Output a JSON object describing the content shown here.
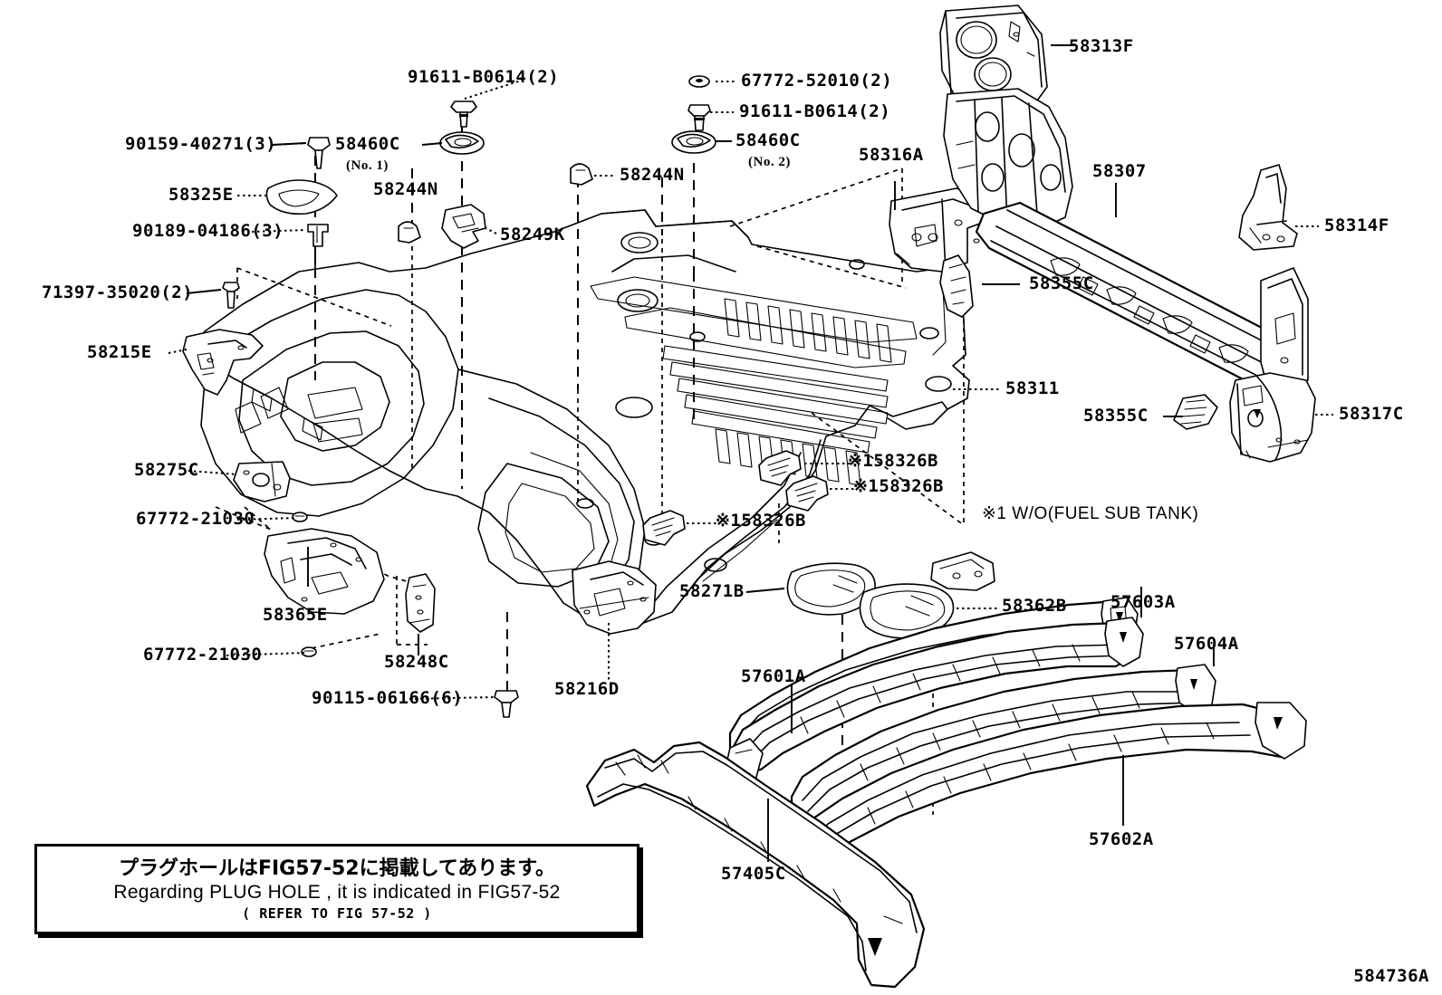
{
  "diagram": {
    "figure_code": "584736A",
    "title_note_jp": "プラグホールはFIG57-52に掲載してあります。",
    "title_note_en": "Regarding PLUG HOLE , it is indicated in FIG57-52",
    "title_note_ref": "( REFER TO FIG 57-52  )",
    "footnote_mark": "※1 W/O(FUEL SUB TANK)"
  },
  "callouts": {
    "c_91611_top": "91611-B0614(2)",
    "c_90159": "90159-40271(3)",
    "c_58460c_no1": "58460C",
    "c_58460c_no1_sub": "(No. 1)",
    "c_58325e": "58325E",
    "c_58244n_left": "58244N",
    "c_90189": "90189-04186(3)",
    "c_58249k": "58249K",
    "c_71397": "71397-35020(2)",
    "c_58215e": "58215E",
    "c_58275c": "58275C",
    "c_67772_21030_a": "67772-21030",
    "c_58365e": "58365E",
    "c_67772_21030_b": "67772-21030",
    "c_58248c": "58248C",
    "c_90115": "90115-06166(6)",
    "c_58216d": "58216D",
    "c_67772_52010": "67772-52010(2)",
    "c_91611_mid": "91611-B0614(2)",
    "c_58460c_no2": "58460C",
    "c_58460c_no2_sub": "(No. 2)",
    "c_58244n_right": "58244N",
    "c_58316a": "58316A",
    "c_58307": "58307",
    "c_58313f": "58313F",
    "c_58314f": "58314F",
    "c_58355c_upper": "58355C",
    "c_58355c_lower": "58355C",
    "c_58317c": "58317C",
    "c_58311": "58311",
    "c_58326b_1": "※158326B",
    "c_58326b_2": "※158326B",
    "c_58326b_3": "※158326B",
    "c_58271b": "58271B",
    "c_58362b": "58362B",
    "c_57601a": "57601A",
    "c_57603a": "57603A",
    "c_57604a": "57604A",
    "c_57602a": "57602A",
    "c_57405c": "57405C"
  }
}
